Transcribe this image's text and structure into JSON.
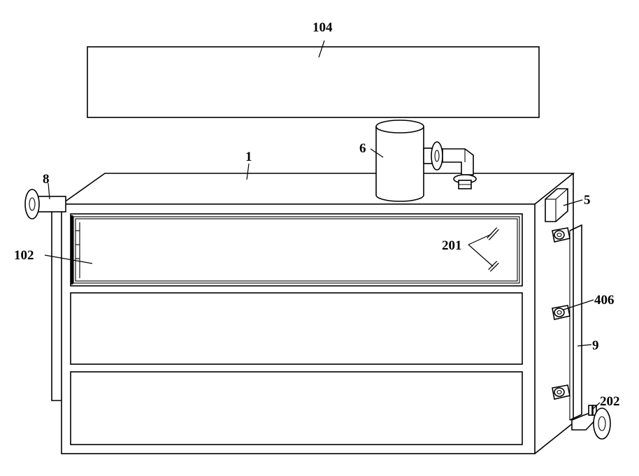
{
  "labels": {
    "top_panel": "104",
    "body": "1",
    "cylinder": "6",
    "left_flange": "8",
    "drawer": "102",
    "pins": "201",
    "side_box": "5",
    "knob": "406",
    "side_bar": "9",
    "bottom_valve": "202"
  }
}
